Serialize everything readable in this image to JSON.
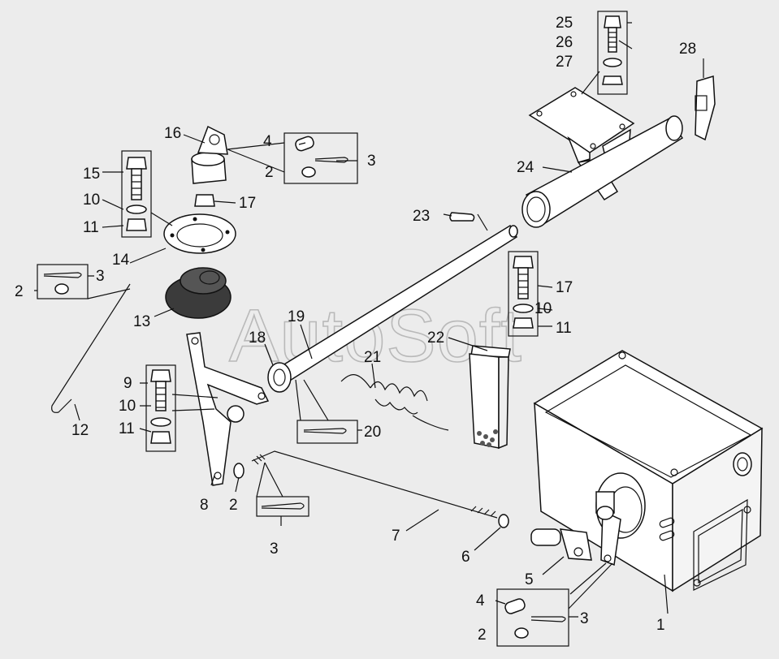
{
  "watermark": "AutoSoft",
  "colors": {
    "background": "#ececec",
    "ink": "#111111",
    "part_fill": "#ffffff",
    "shade": "#bdbdbd"
  },
  "callouts": {
    "c1": "1",
    "c2a": "2",
    "c2b": "2",
    "c2c": "2",
    "c2d": "2",
    "c3a": "3",
    "c3b": "3",
    "c3c": "3",
    "c3d": "3",
    "c4a": "4",
    "c4b": "4",
    "c5": "5",
    "c6": "6",
    "c7": "7",
    "c8": "8",
    "c9": "9",
    "c10a": "10",
    "c10b": "10",
    "c10c": "10",
    "c11a": "11",
    "c11b": "11",
    "c11c": "11",
    "c12": "12",
    "c13": "13",
    "c14": "14",
    "c15": "15",
    "c16": "16",
    "c17a": "17",
    "c17b": "17",
    "c18": "18",
    "c19": "19",
    "c20": "20",
    "c21": "21",
    "c22": "22",
    "c23": "23",
    "c24": "24",
    "c25": "25",
    "c26": "26",
    "c27": "27",
    "c28": "28"
  }
}
